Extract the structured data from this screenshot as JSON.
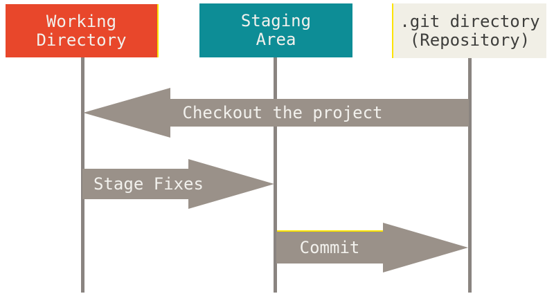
{
  "boxes": [
    {
      "id": "working-directory",
      "line1": "Working",
      "line2": "Directory",
      "bg": "#e8472b",
      "fg": "#f2f1ed"
    },
    {
      "id": "staging-area",
      "line1": "Staging",
      "line2": "Area",
      "bg": "#0d8d96",
      "fg": "#f2f1ed"
    },
    {
      "id": "git-directory",
      "line1": ".git directory",
      "line2": "(Repository)",
      "bg": "#f1efe6",
      "fg": "#3e3e3c"
    }
  ],
  "arrows": [
    {
      "id": "checkout",
      "label": "Checkout the project",
      "direction": "left",
      "from": "git-directory",
      "to": "working-directory"
    },
    {
      "id": "stage-fixes",
      "label": "Stage Fixes",
      "direction": "right",
      "from": "working-directory",
      "to": "staging-area"
    },
    {
      "id": "commit",
      "label": "Commit",
      "direction": "right",
      "from": "staging-area",
      "to": "git-directory"
    }
  ],
  "colors": {
    "arrow": "#9a9189",
    "lifeline": "#8a8480",
    "accent_yellow": "#fce300",
    "background": "#ffffff"
  }
}
